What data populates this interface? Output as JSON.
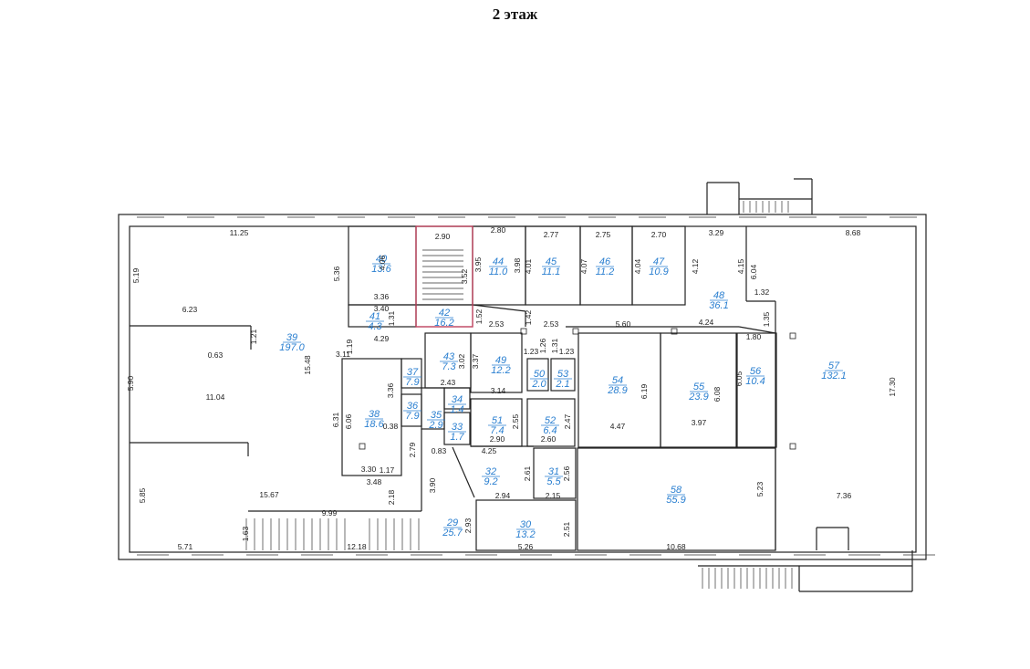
{
  "title": "2 этаж",
  "rooms": [
    {
      "number": "39",
      "area": "197.0"
    },
    {
      "number": "40",
      "area": "13.6"
    },
    {
      "number": "41",
      "area": "4.3"
    },
    {
      "number": "42",
      "area": "16.2"
    },
    {
      "number": "44",
      "area": "11.0"
    },
    {
      "number": "45",
      "area": "11.1"
    },
    {
      "number": "46",
      "area": "11.2"
    },
    {
      "number": "47",
      "area": "10.9"
    },
    {
      "number": "48",
      "area": "36.1"
    },
    {
      "number": "57",
      "area": "132.1"
    },
    {
      "number": "43",
      "area": "7.3"
    },
    {
      "number": "49",
      "area": "12.2"
    },
    {
      "number": "50",
      "area": "2.0"
    },
    {
      "number": "53",
      "area": "2.1"
    },
    {
      "number": "54",
      "area": "28.9"
    },
    {
      "number": "55",
      "area": "23.9"
    },
    {
      "number": "56",
      "area": "10.4"
    },
    {
      "number": "37",
      "area": "7.9"
    },
    {
      "number": "38",
      "area": "18.6"
    },
    {
      "number": "36",
      "area": "7.9"
    },
    {
      "number": "35",
      "area": "2.9"
    },
    {
      "number": "34",
      "area": "1.4"
    },
    {
      "number": "33",
      "area": "1.7"
    },
    {
      "number": "51",
      "area": "7.4"
    },
    {
      "number": "52",
      "area": "6.4"
    },
    {
      "number": "32",
      "area": "9.2"
    },
    {
      "number": "31",
      "area": "5.5"
    },
    {
      "number": "58",
      "area": "55.9"
    },
    {
      "number": "29",
      "area": "25.7"
    },
    {
      "number": "30",
      "area": "13.2"
    }
  ],
  "dimensions": [
    "11.25",
    "5.19",
    "5.36",
    "6.23",
    "1.21",
    "0.63",
    "15.48",
    "1.19",
    "3.11",
    "5.90",
    "11.04",
    "6.31",
    "6.06",
    "0.38",
    "3.36",
    "2.79",
    "1.17",
    "3.30",
    "3.48",
    "2.18",
    "5.85",
    "15.67",
    "9.99",
    "1.63",
    "5.71",
    "12.18",
    "4.06",
    "3.36",
    "3.40",
    "1.31",
    "4.29",
    "2.90",
    "3.95",
    "3.52",
    "1.52",
    "2.80",
    "3.98",
    "2.53",
    "2.77",
    "4.01",
    "2.75",
    "4.07",
    "2.70",
    "4.04",
    "3.29",
    "4.12",
    "4.15",
    "6.04",
    "8.68",
    "1.32",
    "1.35",
    "1.42",
    "2.53",
    "5.60",
    "4.24",
    "1.80",
    "3.37",
    "3.02",
    "2.43",
    "1.23",
    "1.26",
    "1.31",
    "1.23",
    "6.19",
    "4.47",
    "3.97",
    "6.08",
    "6.05",
    "17.30",
    "7.36",
    "3.14",
    "2.55",
    "2.47",
    "2.90",
    "2.60",
    "0.83",
    "4.25",
    "3.90",
    "2.61",
    "2.56",
    "2.94",
    "2.15",
    "5.23",
    "2.93",
    "2.51",
    "5.26",
    "10.68"
  ]
}
